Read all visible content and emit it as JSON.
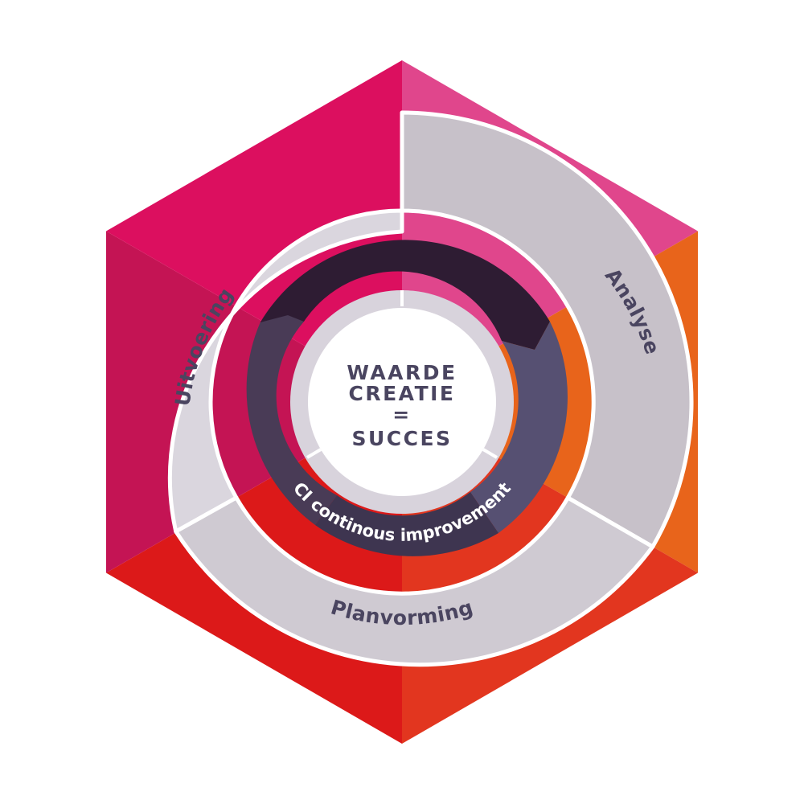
{
  "center": {
    "lines": [
      "WAARDE",
      "CREATIE",
      "=",
      "SUCCES"
    ]
  },
  "cycle": {
    "label": "CI continous improvement"
  },
  "phases": [
    {
      "id": "analyse",
      "label": "Analyse"
    },
    {
      "id": "planvorming",
      "label": "Planvorming"
    },
    {
      "id": "uitvoering",
      "label": "Uitvoering"
    }
  ],
  "colors": {
    "hex_top_right": "#e0468c",
    "hex_right": "#e8641b",
    "hex_bottom_right": "#e2361f",
    "hex_bottom_left": "#dc1919",
    "hex_left": "#c41454",
    "hex_top_left": "#dc0f5f",
    "phase_analyse": "#c7c1c9",
    "phase_planvorming": "#cfcad2",
    "phase_uitvoering": "#dad6de",
    "ring_top": "#2e1c33",
    "ring_right": "#565072",
    "ring_left": "#493b56",
    "ring_bottom": "#3e3550",
    "text": "#4a4560"
  }
}
